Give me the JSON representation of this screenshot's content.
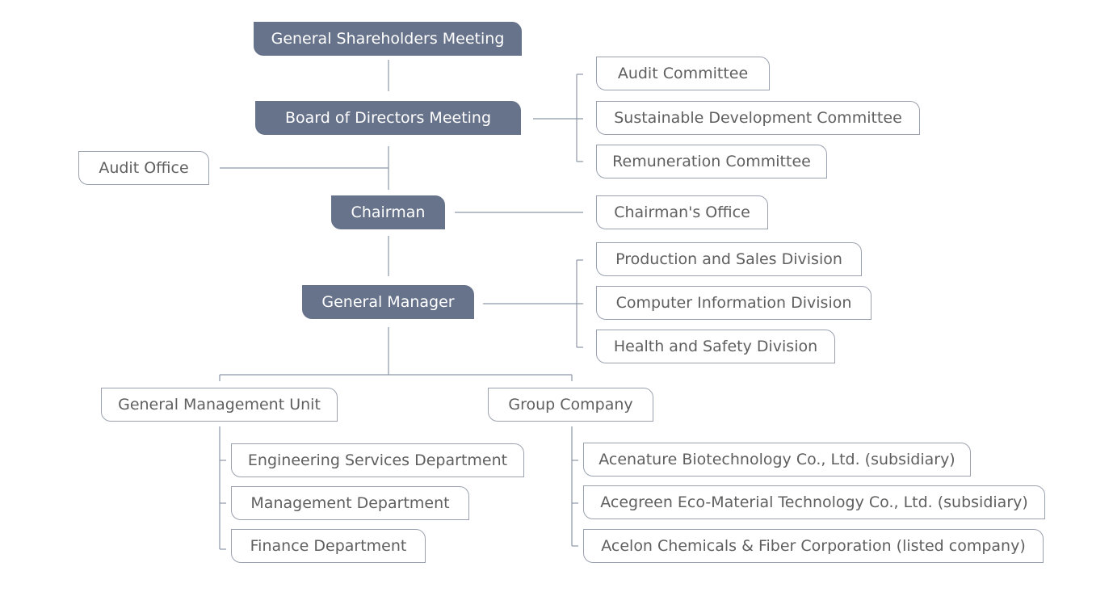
{
  "org_chart": {
    "general_shareholders_meeting": "General Shareholders Meeting",
    "board_of_directors_meeting": "Board of Directors Meeting",
    "committees": [
      "Audit Committee",
      "Sustainable Development Committee",
      "Remuneration Committee"
    ],
    "audit_office": "Audit Office",
    "chairman": "Chairman",
    "chairmans_office": "Chairman's Office",
    "general_manager": "General Manager",
    "divisions": [
      "Production and Sales Division",
      "Computer Information Division",
      "Health and Safety Division"
    ],
    "general_management_unit": "General Management Unit",
    "group_company": "Group Company",
    "departments": [
      "Engineering Services Department",
      "Management Department",
      "Finance Department"
    ],
    "companies": [
      "Acenature Biotechnology Co., Ltd. (subsidiary)",
      "Acegreen Eco-Material Technology Co., Ltd. (subsidiary)",
      "Acelon Chemicals & Fiber Corporation (listed company)"
    ]
  },
  "colors": {
    "dark_box": "#67738b",
    "light_box_border": "#9aa1ae",
    "connector": "#8d96a6",
    "light_text": "#5f5f5f"
  }
}
